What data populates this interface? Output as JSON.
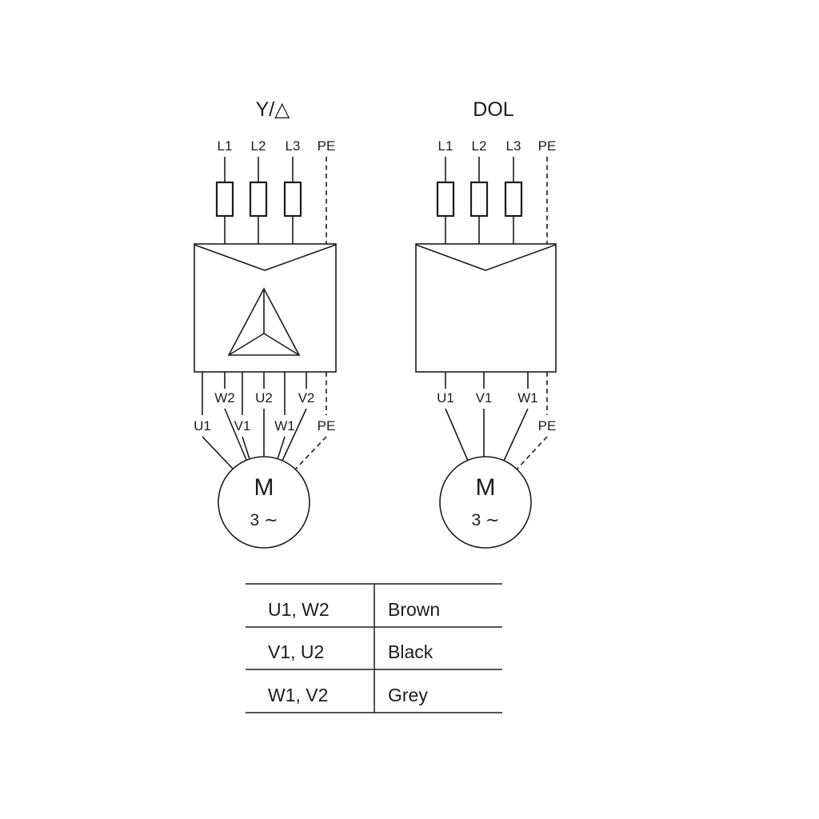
{
  "colors": {
    "ink": "#1c1c1c",
    "background": "#ffffff"
  },
  "left_diagram": {
    "title": "Y/△",
    "inputs": {
      "l1": "L1",
      "l2": "L2",
      "l3": "L3",
      "pe": "PE"
    },
    "outputs": {
      "w2": "W2",
      "u2": "U2",
      "v2": "V2",
      "u1": "U1",
      "v1": "V1",
      "w1": "W1",
      "pe": "PE"
    },
    "motor": {
      "letter": "M",
      "phase": "3 ∼"
    }
  },
  "right_diagram": {
    "title": "DOL",
    "inputs": {
      "l1": "L1",
      "l2": "L2",
      "l3": "L3",
      "pe": "PE"
    },
    "outputs": {
      "u1": "U1",
      "v1": "V1",
      "w1": "W1",
      "pe": "PE"
    },
    "motor": {
      "letter": "M",
      "phase": "3 ∼"
    }
  },
  "legend_table": {
    "rows": [
      {
        "terminals": "U1, W2",
        "color_name": "Brown"
      },
      {
        "terminals": "V1, U2",
        "color_name": "Black"
      },
      {
        "terminals": "W1, V2",
        "color_name": "Grey"
      }
    ]
  }
}
